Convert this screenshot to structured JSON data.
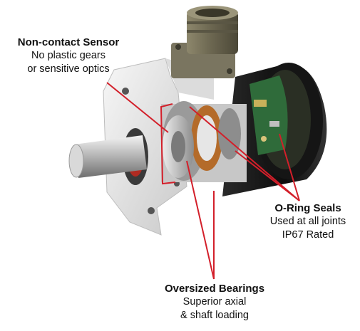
{
  "callouts": {
    "sensor": {
      "title": "Non-contact Sensor",
      "lines": [
        "No plastic gears",
        "or sensitive optics"
      ]
    },
    "oring": {
      "title": "O-Ring Seals",
      "lines": [
        "Used at all joints",
        "IP67 Rated"
      ]
    },
    "bearing": {
      "title": "Oversized Bearings",
      "lines": [
        "Superior axial",
        "& shaft loading"
      ]
    }
  },
  "colors": {
    "leader": "#d31f2a",
    "text": "#111111",
    "housing": "#111111",
    "flange": "#e9e9e9",
    "connector": "#6f6a54"
  },
  "icons": [
    "encoder-illustration"
  ]
}
